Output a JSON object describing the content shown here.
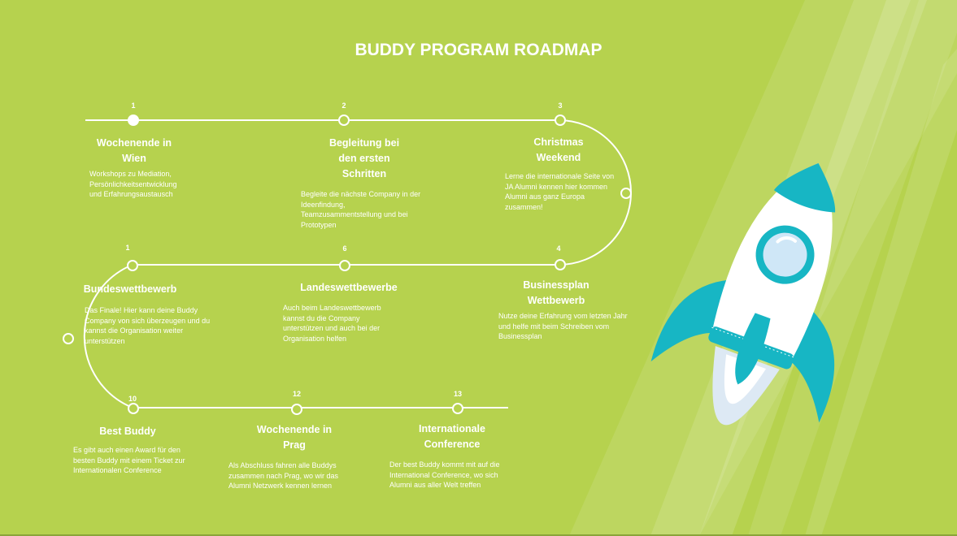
{
  "title": "BUDDY PROGRAM ROADMAP",
  "colors": {
    "background": "#b6d24e",
    "line": "#ffffff",
    "rocket_body": "#ffffff",
    "rocket_accent": "#17b6c4",
    "rocket_flame": "#dde9f4"
  },
  "steps": [
    {
      "number": "1",
      "title": "Wochenende in Wien",
      "desc": "Workshops zu Mediation, Persönlichkeitsentwicklung und Erfahrungsaustausch"
    },
    {
      "number": "2",
      "title": "Begleitung bei den ersten Schritten",
      "desc": "Begleite die nächste Company in der Ideenfindung, Teamzusammentstellung und bei Prototypen"
    },
    {
      "number": "3",
      "title": "Christmas Weekend",
      "desc": "Lerne die internationale Seite von JA Alumni kennen hier kommen Alumni aus ganz Europa zusammen!"
    },
    {
      "number": "4",
      "title": "Businessplan Wettbewerb",
      "desc": "Nutze deine Erfahrung vom letzten Jahr und helfe mit beim Schreiben vom Businessplan"
    },
    {
      "number": "6",
      "title": "Landeswettbewerbe",
      "desc": "Auch beim Landeswettbewerb kannst du die Company unterstützen und auch bei der Organisation helfen"
    },
    {
      "number": "1",
      "title": "Bundeswettbewerb",
      "desc": "Das Finale! Hier kann deine Buddy Company von sich überzeugen und du kannst die Organisation weiter unterstützen"
    },
    {
      "number": "10",
      "title": "Best Buddy",
      "desc": "Es gibt auch einen Award für den besten Buddy mit einem Ticket zur Internationalen Conference"
    },
    {
      "number": "12",
      "title": "Wochenende in Prag",
      "desc": "Als Abschluss fahren alle Buddys zusammen nach Prag, wo wir das Alumni Netzwerk kennen lernen"
    },
    {
      "number": "13",
      "title": "Internationale Conference",
      "desc": "Der best Buddy kommt mit auf die International Conference, wo sich Alumni aus aller Welt treffen"
    }
  ]
}
